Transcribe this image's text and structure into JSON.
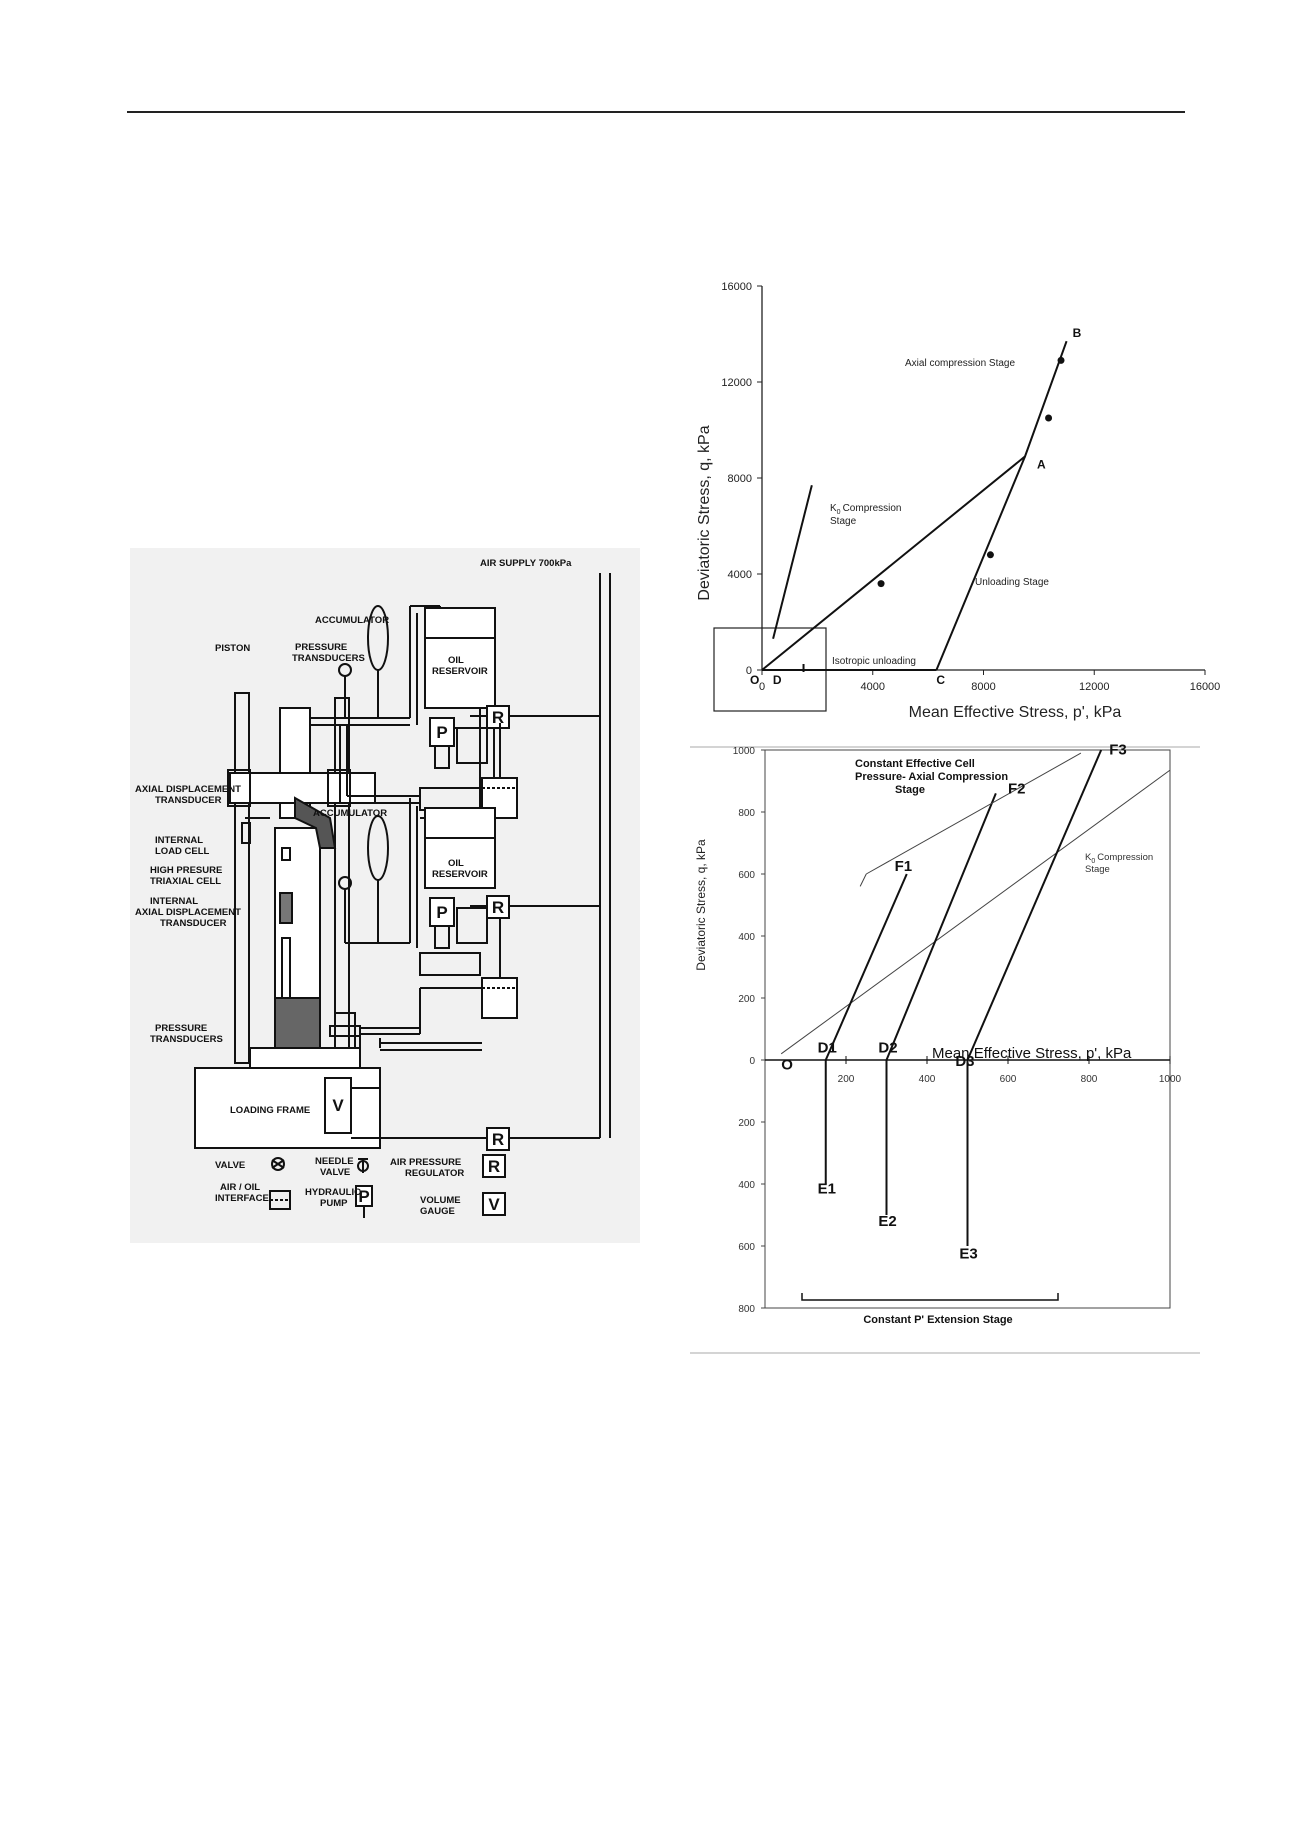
{
  "schematic": {
    "air_supply": "AIR SUPPLY 700kPa",
    "accumulator_top": "ACCUMULATOR",
    "accumulator_bottom": "ACCUMULATOR",
    "piston": "PISTON",
    "pressure_transducers_top": [
      "PRESSURE",
      "TRANSDUCERS"
    ],
    "oil_reservoir_top": [
      "OIL",
      "RESERVOIR"
    ],
    "oil_reservoir_bottom": [
      "OIL",
      "RESERVOIR"
    ],
    "axial_disp_transducer": [
      "AXIAL DISPLACEMENT",
      "TRANSDUCER"
    ],
    "internal_load_cell": [
      "INTERNAL",
      "LOAD CELL"
    ],
    "high_pressure_cell": [
      "HIGH PRESURE",
      "TRIAXIAL CELL"
    ],
    "internal_axial_disp": [
      "INTERNAL",
      "AXIAL DISPLACEMENT",
      "TRANSDUCER"
    ],
    "pressure_transducers_bottom": [
      "PRESSURE",
      "TRANSDUCERS"
    ],
    "loading_frame": "LOADING FRAME",
    "box_letters": {
      "r": "R",
      "p": "P",
      "v": "V"
    },
    "legend": {
      "valve": "VALVE",
      "needle_valve": [
        "NEEDLE",
        "VALVE"
      ],
      "air_pressure_regulator": [
        "AIR PRESSURE",
        "REGULATOR"
      ],
      "air_oil_interface": [
        "AIR / OIL",
        "INTERFACE"
      ],
      "hydraulic_pump": [
        "HYDRAULIC",
        "PUMP"
      ],
      "volume_gauge": [
        "VOLUME",
        "GAUGE"
      ]
    }
  },
  "chart_data": [
    {
      "type": "line",
      "xlabel": "Mean Effective Stress, p', kPa",
      "ylabel": "Deviatoric Stress, q, kPa",
      "xlim": [
        0,
        16000
      ],
      "ylim": [
        0,
        16000
      ],
      "xticks": [
        0,
        4000,
        8000,
        12000,
        16000
      ],
      "yticks": [
        0,
        4000,
        8000,
        12000,
        16000
      ],
      "series": [
        {
          "points": [
            [
              0,
              0
            ],
            [
              9500,
              8900
            ],
            [
              11000,
              13700
            ]
          ]
        },
        {
          "points": [
            [
              9500,
              8900
            ],
            [
              6300,
              0
            ]
          ]
        },
        {
          "points": [
            [
              6300,
              0
            ],
            [
              0,
              0
            ]
          ]
        },
        {
          "points": [
            [
              400,
              1300
            ],
            [
              1800,
              7700
            ]
          ]
        }
      ],
      "point_labels": [
        {
          "text": "O",
          "x": 0,
          "y": 0
        },
        {
          "text": "D",
          "x": 250,
          "y": 0
        },
        {
          "text": "C",
          "x": 6300,
          "y": 0
        },
        {
          "text": "A",
          "x": 9500,
          "y": 8900
        },
        {
          "text": "B",
          "x": 11000,
          "y": 13700
        }
      ],
      "annotations": [
        {
          "text": "Axial compression Stage",
          "x": 10600,
          "y": 12300
        },
        {
          "text": "Unloading Stage",
          "x": 10200,
          "y": 3500
        },
        {
          "text": "Isotropic unloading",
          "x": 4800,
          "y": 300
        },
        {
          "lines": [
            "K",
            "Compression"
          ],
          "subscript": "0",
          "x": 2500,
          "y": 5900
        },
        {
          "text": "Stage",
          "x": 2500,
          "y": 5300
        }
      ]
    },
    {
      "type": "line",
      "xlabel": "Mean Effective Stress, p', kPa",
      "ylabel": "Deviatoric Stress, q, kPa",
      "xlim": [
        0,
        1000
      ],
      "ylim": [
        -800,
        1000
      ],
      "xticks": [
        0,
        200,
        400,
        600,
        800,
        1000
      ],
      "xtick_labels": [
        "200",
        "400",
        "600",
        "800",
        "1000"
      ],
      "yticks": [
        1000,
        800,
        600,
        400,
        200,
        0,
        -200,
        -400,
        -600,
        -800
      ],
      "ytick_labels": [
        "1000",
        "800",
        "600",
        "400",
        "200",
        "0",
        "200",
        "400",
        "600",
        "800"
      ],
      "series": [
        {
          "points": [
            [
              40,
              20
            ],
            [
              1000,
              935
            ]
          ]
        },
        {
          "points": [
            [
              150,
              0
            ],
            [
              350,
              600
            ]
          ]
        },
        {
          "points": [
            [
              300,
              0
            ],
            [
              570,
              860
            ]
          ]
        },
        {
          "points": [
            [
              500,
              0
            ],
            [
              830,
              1000
            ]
          ]
        },
        {
          "points": [
            [
              150,
              0
            ],
            [
              150,
              -400
            ]
          ]
        },
        {
          "points": [
            [
              300,
              0
            ],
            [
              300,
              -500
            ]
          ]
        },
        {
          "points": [
            [
              500,
              0
            ],
            [
              500,
              -600
            ]
          ]
        },
        {
          "points": [
            [
              250,
              600
            ],
            [
              780,
              990
            ]
          ]
        }
      ],
      "point_labels": [
        {
          "text": "O",
          "x": 40,
          "y": -30
        },
        {
          "text": "D1",
          "x": 130,
          "y": 25
        },
        {
          "text": "D2",
          "x": 280,
          "y": 25
        },
        {
          "text": "D3",
          "x": 470,
          "y": -20
        },
        {
          "text": "F1",
          "x": 320,
          "y": 610
        },
        {
          "text": "F2",
          "x": 600,
          "y": 860
        },
        {
          "text": "F3",
          "x": 850,
          "y": 985
        },
        {
          "text": "E1",
          "x": 130,
          "y": -430
        },
        {
          "text": "E2",
          "x": 280,
          "y": -535
        },
        {
          "text": "E3",
          "x": 480,
          "y": -640
        }
      ],
      "annotations": [
        {
          "lines": [
            "Constant Effective Cell",
            "Pressure- Axial Compression",
            "Stage"
          ]
        },
        {
          "lines": [
            "K",
            "Compression",
            "Stage"
          ],
          "subscript": "0"
        },
        {
          "text": "Constant P' Extension Stage"
        }
      ]
    }
  ]
}
